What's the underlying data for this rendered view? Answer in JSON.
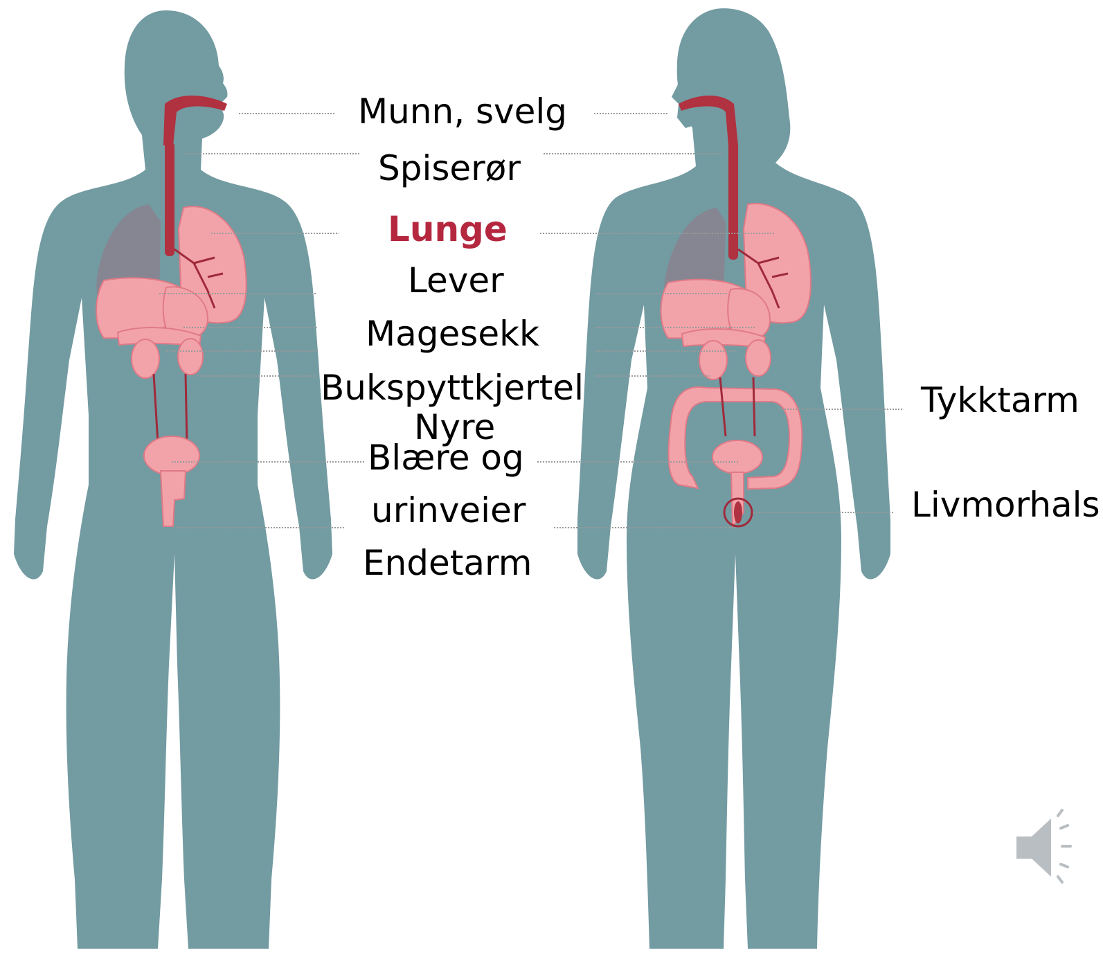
{
  "labels": {
    "munn_svelg": "Munn, svelg",
    "spiseror": "Spiserør",
    "lunge": "Lunge",
    "lever": "Lever",
    "magesekk": "Magesekk",
    "bukspyttkjertel": "Bukspyttkjertel",
    "nyre": "Nyre",
    "blaere_line1": "Blære og",
    "blaere_line2": "urinveier",
    "endetarm": "Endetarm",
    "tykktarm": "Tykktarm",
    "livmorhals": "Livmorhals"
  },
  "colors": {
    "highlight": "#b5273f",
    "body": "#739ba2",
    "organ": "#f2a3aa",
    "tract": "#b0313f"
  },
  "icons": {
    "speaker": "speaker-icon"
  }
}
